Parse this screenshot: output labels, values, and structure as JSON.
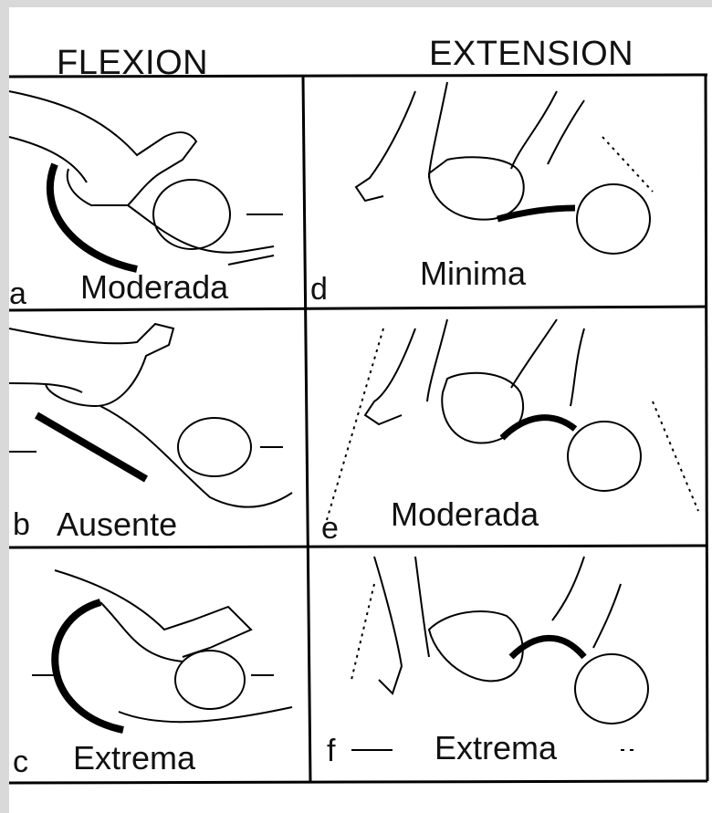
{
  "headers": {
    "flexion": "FLEXION",
    "extension": "EXTENSION"
  },
  "panels": [
    {
      "letter": "a",
      "label": "Moderada"
    },
    {
      "letter": "b",
      "label": "Ausente"
    },
    {
      "letter": "c",
      "label": "Extrema"
    },
    {
      "letter": "d",
      "label": "Minima"
    },
    {
      "letter": "e",
      "label": "Moderada"
    },
    {
      "letter": "f",
      "label": "Extrema"
    }
  ]
}
